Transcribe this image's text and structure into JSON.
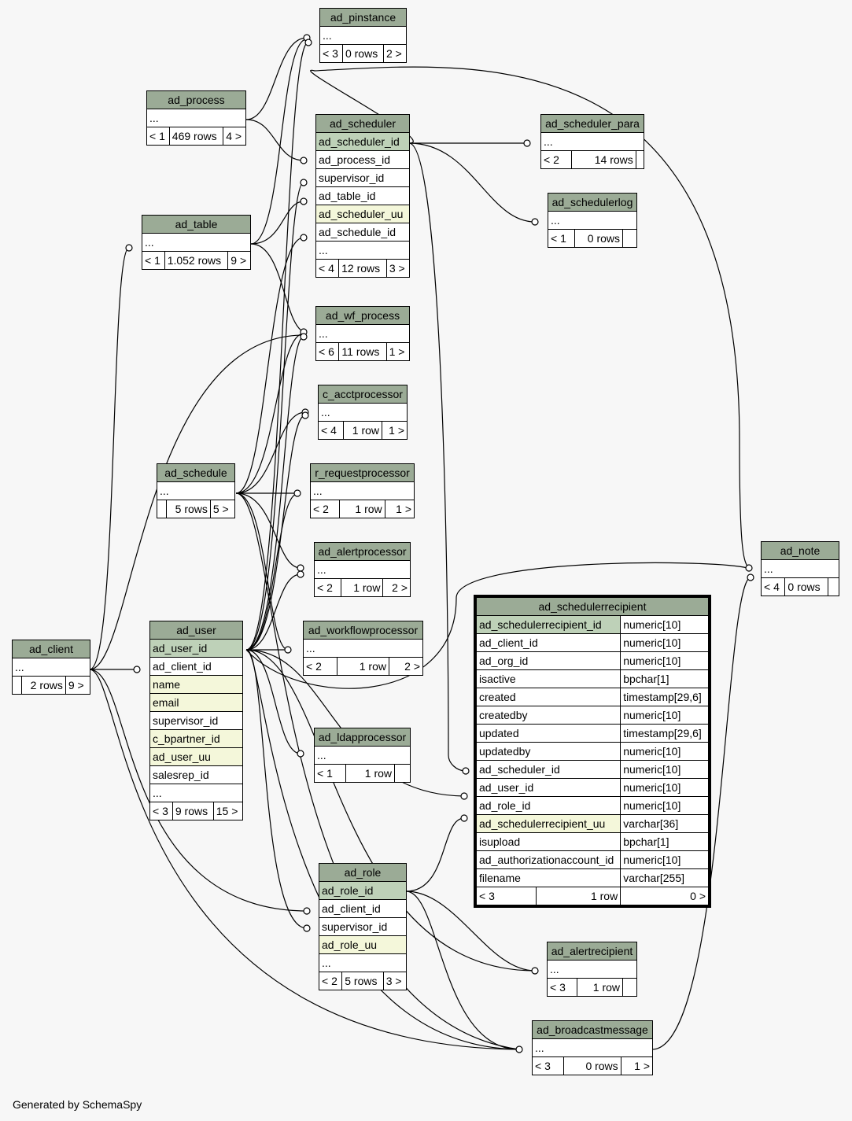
{
  "footer": "Generated by SchemaSpy",
  "tables": {
    "ad_pinstance": {
      "name": "ad_pinstance",
      "rows": [
        "..."
      ],
      "stats": [
        "< 3",
        "0 rows",
        "2 >"
      ]
    },
    "ad_process": {
      "name": "ad_process",
      "rows": [
        "..."
      ],
      "stats": [
        "< 1",
        "469 rows",
        "4 >"
      ]
    },
    "ad_scheduler": {
      "name": "ad_scheduler",
      "rows": [
        "ad_scheduler_id",
        "ad_process_id",
        "supervisor_id",
        "ad_table_id",
        "ad_scheduler_uu",
        "ad_schedule_id",
        "..."
      ],
      "stats": [
        "< 4",
        "12 rows",
        "3 >"
      ]
    },
    "ad_scheduler_para": {
      "name": "ad_scheduler_para",
      "rows": [
        "..."
      ],
      "stats": [
        "< 2",
        "14 rows",
        ""
      ]
    },
    "ad_schedulerlog": {
      "name": "ad_schedulerlog",
      "rows": [
        "..."
      ],
      "stats": [
        "< 1",
        "0 rows",
        ""
      ]
    },
    "ad_table": {
      "name": "ad_table",
      "rows": [
        "..."
      ],
      "stats": [
        "< 1",
        "1.052 rows",
        "9 >"
      ]
    },
    "ad_wf_process": {
      "name": "ad_wf_process",
      "rows": [
        "..."
      ],
      "stats": [
        "< 6",
        "11 rows",
        "1 >"
      ]
    },
    "c_acctprocessor": {
      "name": "c_acctprocessor",
      "rows": [
        "..."
      ],
      "stats": [
        "< 4",
        "1 row",
        "1 >"
      ]
    },
    "ad_schedule": {
      "name": "ad_schedule",
      "rows": [
        "..."
      ],
      "stats": [
        "",
        "5 rows",
        "5 >"
      ]
    },
    "r_requestprocessor": {
      "name": "r_requestprocessor",
      "rows": [
        "..."
      ],
      "stats": [
        "< 2",
        "1 row",
        "1 >"
      ]
    },
    "ad_alertprocessor": {
      "name": "ad_alertprocessor",
      "rows": [
        "..."
      ],
      "stats": [
        "< 2",
        "1 row",
        "2 >"
      ]
    },
    "ad_workflowprocessor": {
      "name": "ad_workflowprocessor",
      "rows": [
        "..."
      ],
      "stats": [
        "< 2",
        "1 row",
        "2 >"
      ]
    },
    "ad_note": {
      "name": "ad_note",
      "rows": [
        "..."
      ],
      "stats": [
        "< 4",
        "0 rows",
        ""
      ]
    },
    "ad_client": {
      "name": "ad_client",
      "rows": [
        "..."
      ],
      "stats": [
        "",
        "2 rows",
        "9 >"
      ]
    },
    "ad_user": {
      "name": "ad_user",
      "rows": [
        "ad_user_id",
        "ad_client_id",
        "name",
        "email",
        "supervisor_id",
        "c_bpartner_id",
        "ad_user_uu",
        "salesrep_id",
        "..."
      ],
      "stats": [
        "< 3",
        "9 rows",
        "15 >"
      ]
    },
    "ad_ldapprocessor": {
      "name": "ad_ldapprocessor",
      "rows": [
        "..."
      ],
      "stats": [
        "< 1",
        "1 row",
        ""
      ]
    },
    "ad_role": {
      "name": "ad_role",
      "rows": [
        "ad_role_id",
        "ad_client_id",
        "supervisor_id",
        "ad_role_uu",
        "..."
      ],
      "stats": [
        "< 2",
        "5 rows",
        "3 >"
      ]
    },
    "ad_alertrecipient": {
      "name": "ad_alertrecipient",
      "rows": [
        "..."
      ],
      "stats": [
        "< 3",
        "1 row",
        ""
      ]
    },
    "ad_broadcastmessage": {
      "name": "ad_broadcastmessage",
      "rows": [
        "..."
      ],
      "stats": [
        "< 3",
        "0 rows",
        "1 >"
      ]
    }
  },
  "focus": {
    "name": "ad_schedulerrecipient",
    "columns": [
      {
        "name": "ad_schedulerrecipient_id",
        "type": "numeric[10]"
      },
      {
        "name": "ad_client_id",
        "type": "numeric[10]"
      },
      {
        "name": "ad_org_id",
        "type": "numeric[10]"
      },
      {
        "name": "isactive",
        "type": "bpchar[1]"
      },
      {
        "name": "created",
        "type": "timestamp[29,6]"
      },
      {
        "name": "createdby",
        "type": "numeric[10]"
      },
      {
        "name": "updated",
        "type": "timestamp[29,6]"
      },
      {
        "name": "updatedby",
        "type": "numeric[10]"
      },
      {
        "name": "ad_scheduler_id",
        "type": "numeric[10]"
      },
      {
        "name": "ad_user_id",
        "type": "numeric[10]"
      },
      {
        "name": "ad_role_id",
        "type": "numeric[10]"
      },
      {
        "name": "ad_schedulerrecipient_uu",
        "type": "varchar[36]"
      },
      {
        "name": "isupload",
        "type": "bpchar[1]"
      },
      {
        "name": "ad_authorizationaccount_id",
        "type": "numeric[10]"
      },
      {
        "name": "filename",
        "type": "varchar[255]"
      }
    ],
    "stats": [
      "< 3",
      "1 row",
      "0 >"
    ]
  }
}
